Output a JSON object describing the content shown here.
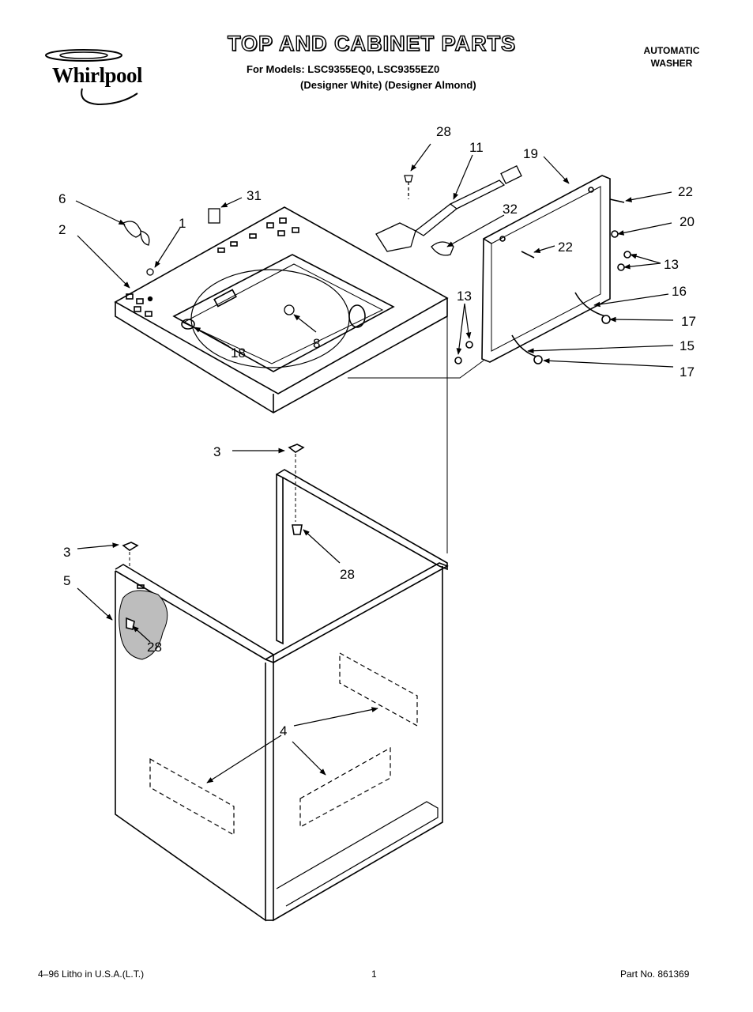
{
  "header": {
    "brand": "Whirlpool",
    "title": "TOP AND CABINET PARTS",
    "models_line": "For Models: LSC9355EQ0, LSC9355EZ0",
    "variants_line": "(Designer White) (Designer Almond)",
    "product_type_line1": "AUTOMATIC",
    "product_type_line2": "WASHER"
  },
  "callouts": {
    "c28_top": "28",
    "c11": "11",
    "c19": "19",
    "c22_a": "22",
    "c20": "20",
    "c6": "6",
    "c31": "31",
    "c1": "1",
    "c2": "2",
    "c32": "32",
    "c22_b": "22",
    "c13_a": "13",
    "c13_b": "13",
    "c16": "16",
    "c17_a": "17",
    "c15": "15",
    "c17_b": "17",
    "c18": "18",
    "c8": "8",
    "c3_a": "3",
    "c28_mid": "28",
    "c3_b": "3",
    "c5": "5",
    "c28_low": "28",
    "c4": "4"
  },
  "footer": {
    "left": "4–96 Litho in U.S.A.(L.T.)",
    "page": "1",
    "right": "Part No. 861369"
  }
}
